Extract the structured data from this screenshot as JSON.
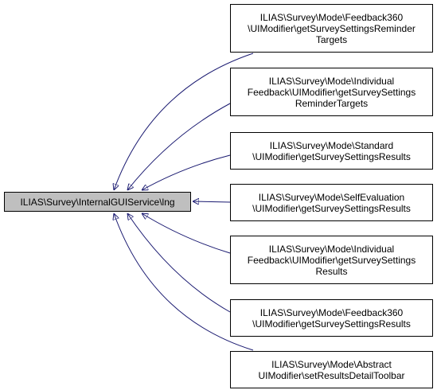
{
  "source": {
    "label": "ILIAS\\Survey\\InternalGUIService\\lng",
    "fill": "#bfbfbf"
  },
  "edge_color": "#191970",
  "targets": [
    {
      "label": "ILIAS\\Survey\\Mode\\Feedback360\n\\UIModifier\\getSurveySettingsReminder\nTargets"
    },
    {
      "label": "ILIAS\\Survey\\Mode\\Individual\nFeedback\\UIModifier\\getSurveySettings\nReminderTargets"
    },
    {
      "label": "ILIAS\\Survey\\Mode\\Standard\n\\UIModifier\\getSurveySettingsResults"
    },
    {
      "label": "ILIAS\\Survey\\Mode\\SelfEvaluation\n\\UIModifier\\getSurveySettingsResults"
    },
    {
      "label": "ILIAS\\Survey\\Mode\\Individual\nFeedback\\UIModifier\\getSurveySettings\nResults"
    },
    {
      "label": "ILIAS\\Survey\\Mode\\Feedback360\n\\UIModifier\\getSurveySettingsResults"
    },
    {
      "label": "ILIAS\\Survey\\Mode\\Abstract\nUIModifier\\setResultsDetailToolbar"
    }
  ]
}
